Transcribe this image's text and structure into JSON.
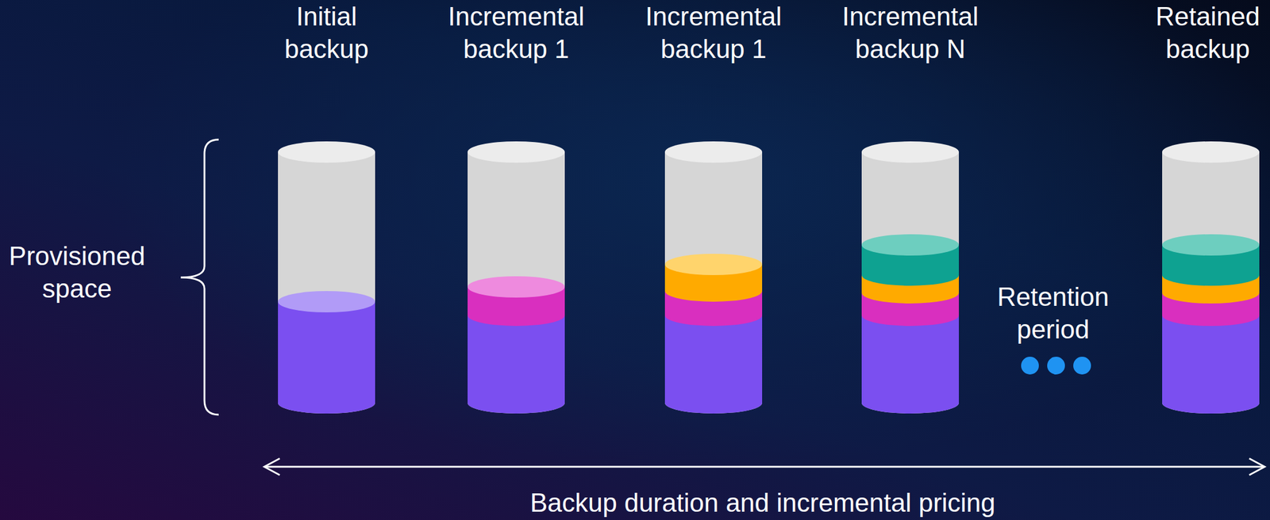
{
  "diagram": {
    "caption": "Backup duration and incremental pricing",
    "nodes": [
      {
        "text": [
          "Initial backup"
        ]
      },
      {
        "text": [
          "Incremental backup 1"
        ]
      },
      {
        "text": [
          "Incremental backup 1"
        ]
      },
      {
        "text": [
          "Incremental backup N"
        ]
      },
      {
        "text": [
          "Retained backup"
        ]
      }
    ],
    "labels": [
      "Provisioned space",
      "Retention period"
    ]
  }
}
